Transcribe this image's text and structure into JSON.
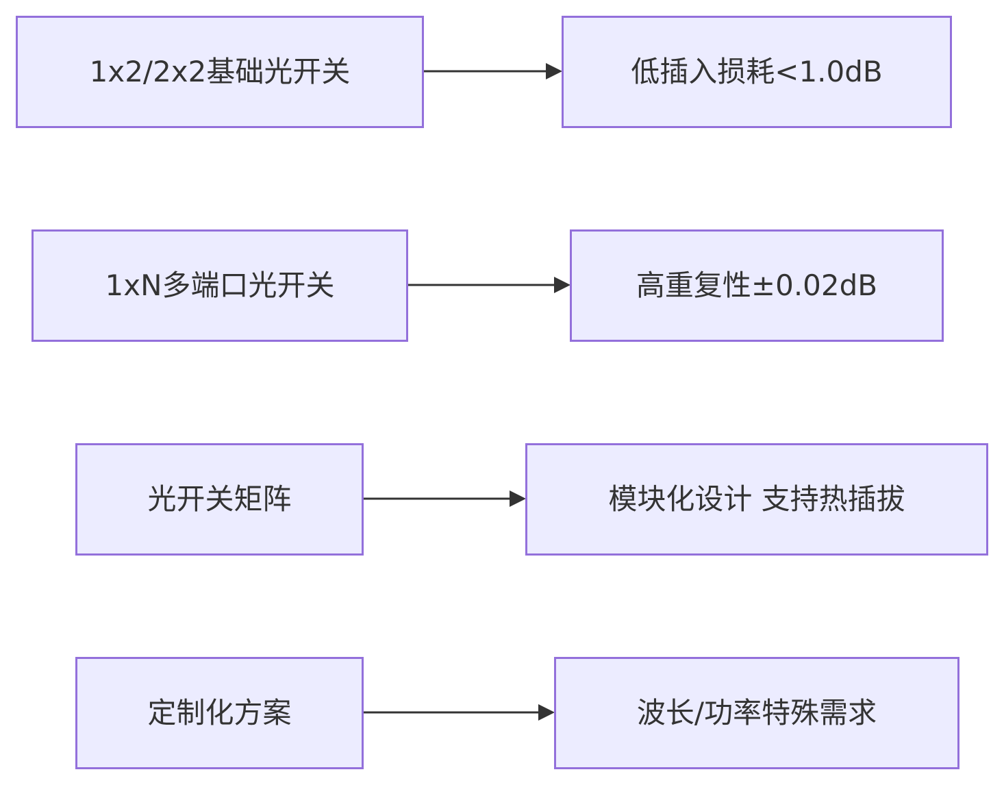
{
  "diagram": {
    "rows": [
      {
        "source": {
          "label": "1x2/2x2基础光开关"
        },
        "target": {
          "label": "低插入损耗<1.0dB"
        }
      },
      {
        "source": {
          "label": "1xN多端口光开关"
        },
        "target": {
          "label": "高重复性±0.02dB"
        }
      },
      {
        "source": {
          "label": "光开关矩阵"
        },
        "target": {
          "label": "模块化设计 支持热插拔"
        }
      },
      {
        "source": {
          "label": "定制化方案"
        },
        "target": {
          "label": "波长/功率特殊需求"
        }
      }
    ]
  },
  "colors": {
    "node_fill": "#ececff",
    "node_border": "#9370db",
    "text": "#333333",
    "edge": "#333333"
  }
}
